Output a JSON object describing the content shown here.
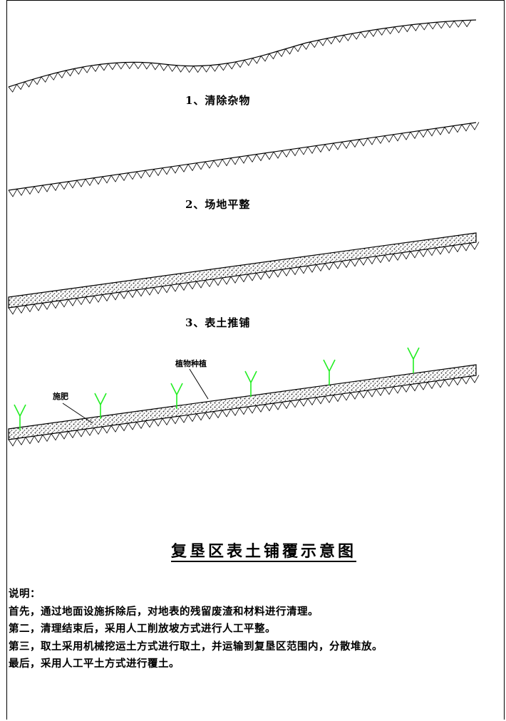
{
  "steps": [
    {
      "label": "1、清除杂物"
    },
    {
      "label": "2、场地平整"
    },
    {
      "label": "3、表土推铺"
    }
  ],
  "callouts": {
    "fertilizer": "施肥",
    "plant_species": "植物种植"
  },
  "title": "复垦区表土铺覆示意图",
  "notes": {
    "heading": "说明：",
    "lines": [
      "首先，通过地面设施拆除后，对地表的残留废渣和材料进行清理。",
      "第二，清理结束后，采用人工削放坡方式进行人工平整。",
      "第三，取土采用机械挖运土方式进行取土，并运输到复垦区范围内，分散堆放。",
      "最后，采用人工平土方式进行覆土。"
    ]
  },
  "colors": {
    "line": "#000000",
    "plant": "#22ee22",
    "soil": "#9a9a9a"
  }
}
